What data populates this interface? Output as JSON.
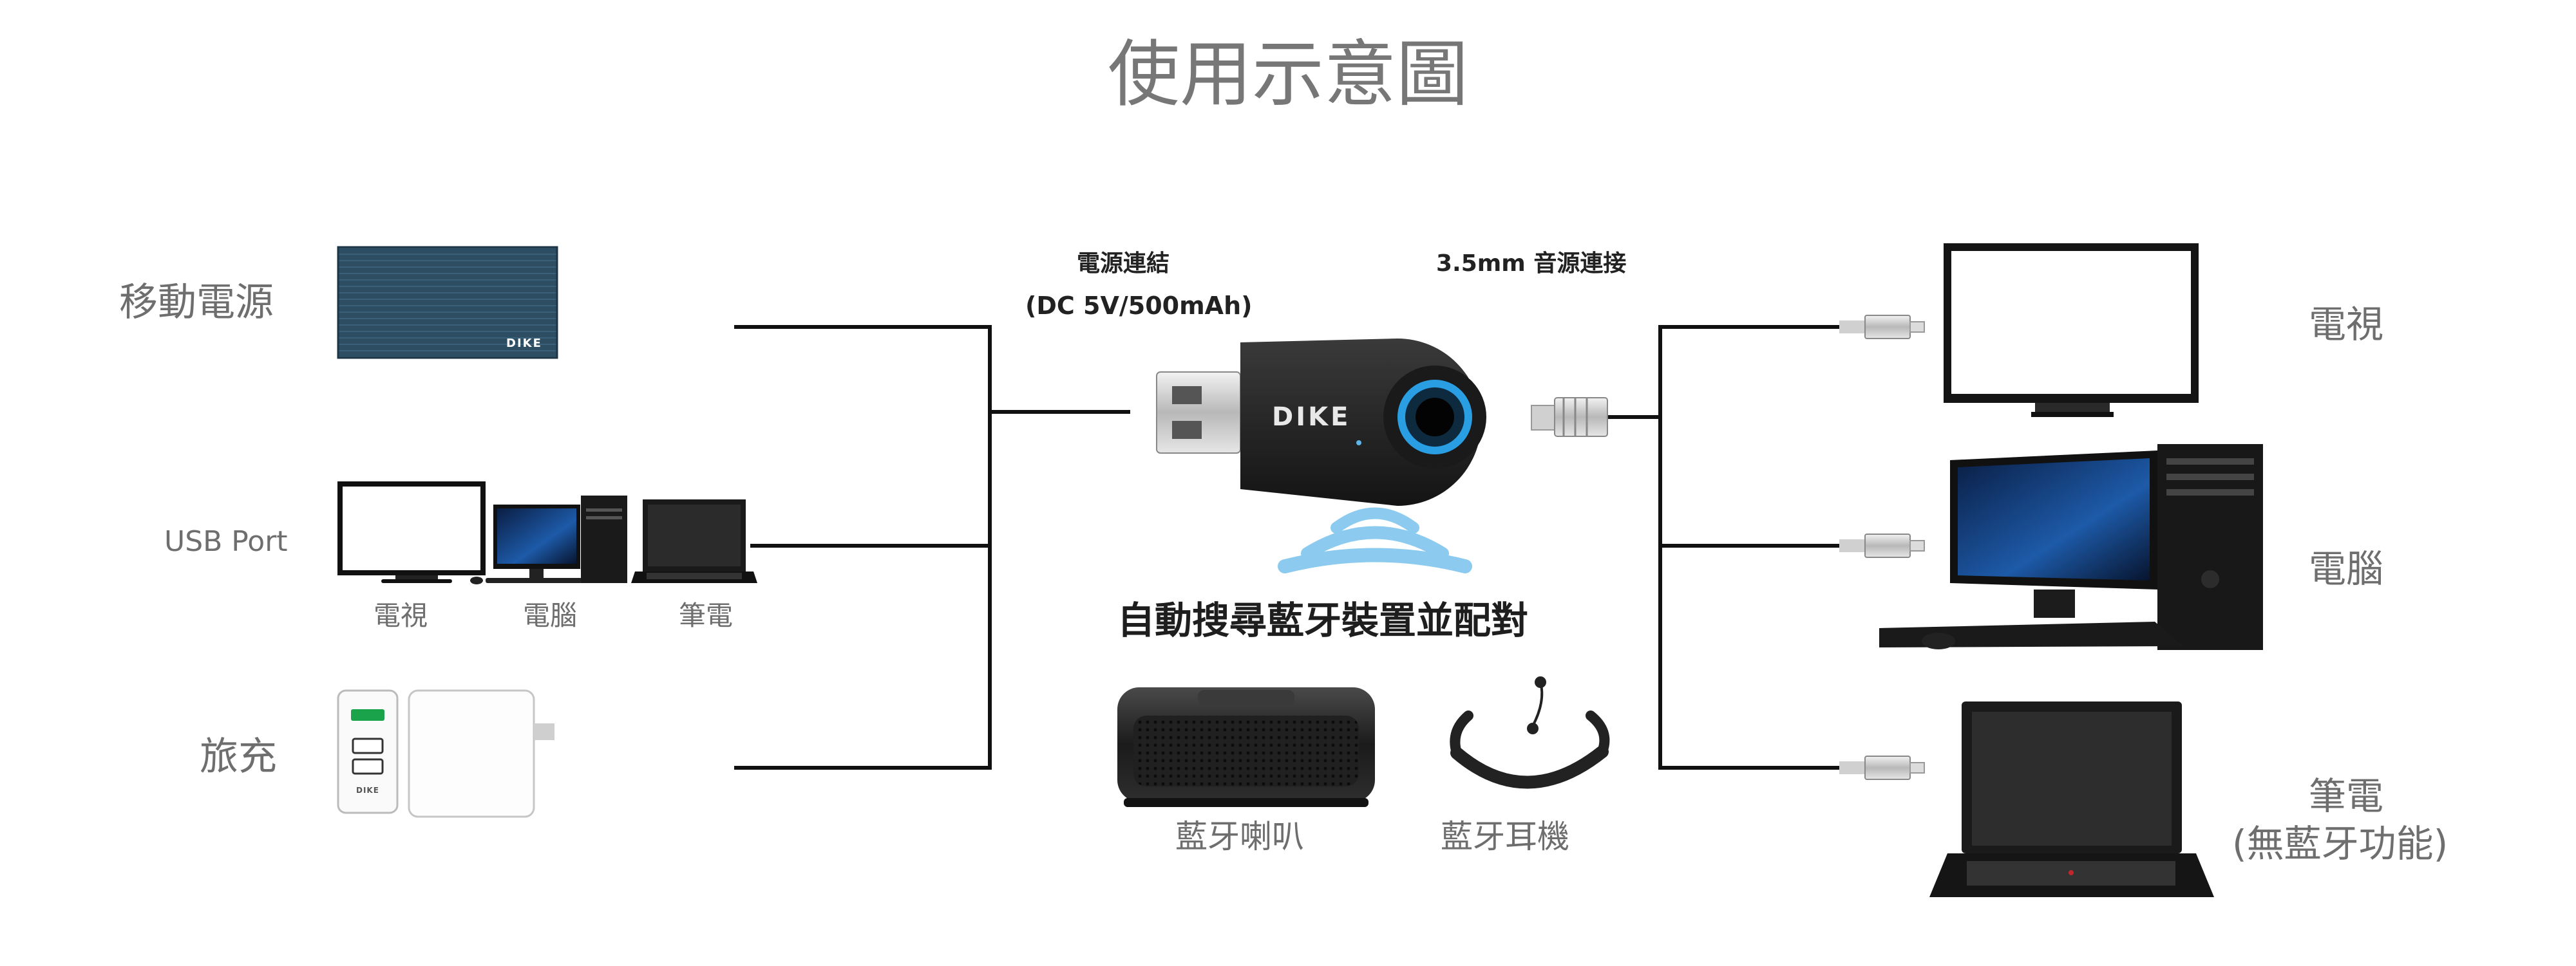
{
  "title": "使用示意圖",
  "center": {
    "power_label_line1": "電源連結",
    "power_label_line2": "(DC 5V/500mAh)",
    "audio_label": "3.5mm 音源連接",
    "device_logo": "DIKE",
    "pairing_text": "自動搜尋藍牙裝置並配對",
    "speaker_label": "藍牙喇叭",
    "earphone_label": "藍牙耳機"
  },
  "left": {
    "power_bank": {
      "label": "移動電源",
      "logo": "DIKE"
    },
    "usb_port": {
      "label": "USB Port",
      "items": [
        "電視",
        "電腦",
        "筆電"
      ]
    },
    "charger": {
      "label": "旅充",
      "logo": "DIKE"
    }
  },
  "right": {
    "tv": {
      "label": "電視"
    },
    "pc": {
      "label": "電腦"
    },
    "laptop": {
      "label_line1": "筆電",
      "label_line2": "(無藍牙功能)"
    }
  },
  "colors": {
    "line": "#111111",
    "label_gray": "#6e6e6e",
    "signal_blue": "#8ccbef",
    "power_bank": "#2c4d62",
    "ring_blue": "#2a9ee2"
  }
}
